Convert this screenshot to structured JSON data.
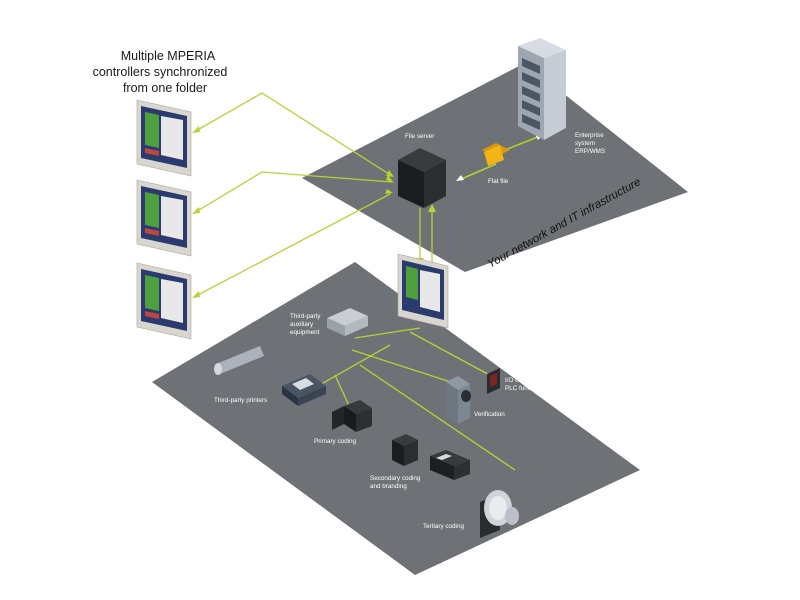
{
  "header": {
    "line1": "Multiple MPERIA",
    "line2": "controllers synchronized",
    "line3": "from one folder"
  },
  "network_banner": "Your network and IT infrastructure",
  "labels": {
    "file_server": "File server",
    "enterprise_line1": "Enterprise",
    "enterprise_line2": "system",
    "enterprise_line3": "ERP/WMS",
    "flat_file": "Flat file",
    "third_party_aux_line1": "Third-party",
    "third_party_aux_line2": "auxiliary",
    "third_party_aux_line3": "equipment",
    "io_control_line1": "I/O control/",
    "io_control_line2": "PLC functions",
    "third_party_printers": "Third-party printers",
    "verification": "Verification",
    "primary_coding": "Primary coding",
    "secondary_line1": "Secondary coding",
    "secondary_line2": "and branding",
    "tertiary_coding": "Tertiary coding"
  },
  "colors": {
    "platform": "#6e7176",
    "platform_edge": "#5d6065",
    "link": "#b5d334",
    "folder": "#f2b417"
  }
}
